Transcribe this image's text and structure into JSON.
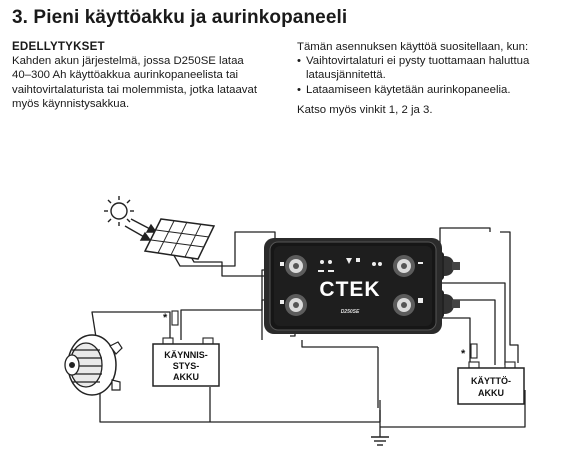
{
  "title": "3. Pieni käyttöakku ja aurinkopaneeli",
  "left": {
    "heading": "EDELLYTYKSET",
    "paragraph": "Kahden akun järjestelmä, jossa D250SE lataa\n40–300 Ah käyttöakkua aurinkopaneelista tai\nvaihtovirtalaturista tai molemmista, jotka lataavat\nmyös käynnistysakkua."
  },
  "right": {
    "intro": "Tämän asennuksen käyttöä suositellaan, kun:",
    "bullets": [
      "Vaihtovirtalaturi ei pysty tuottamaan haluttua latausjännitettä.",
      "Lataamiseen käytetään aurinkopaneelia."
    ],
    "note": "Katso myös vinkit 1, 2 ja 3."
  },
  "diagram": {
    "start_battery_label": [
      "KÄYNNIS-",
      "STYS-",
      "AKKU"
    ],
    "service_battery_label": [
      "KÄYTTÖ-",
      "AKKU"
    ],
    "fuse_marker": "*",
    "device_brand": "CTEK",
    "device_model": "D250SE"
  }
}
